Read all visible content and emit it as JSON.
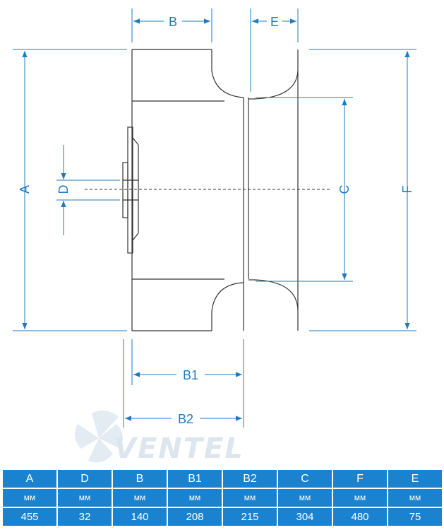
{
  "dimensions": {
    "A": "A",
    "B": "B",
    "B1": "B1",
    "B2": "B2",
    "C": "C",
    "D": "D",
    "E": "E",
    "F": "F"
  },
  "watermark": "VENTEL",
  "colors": {
    "dimension": "#1f7bc0",
    "outline": "#333333",
    "table": "#1a82cf"
  },
  "table": {
    "headers": [
      "A",
      "D",
      "B",
      "B1",
      "B2",
      "C",
      "F",
      "E"
    ],
    "units": [
      "мм",
      "мм",
      "мм",
      "мм",
      "мм",
      "мм",
      "мм",
      "мм"
    ],
    "values": [
      "455",
      "32",
      "140",
      "208",
      "215",
      "304",
      "480",
      "75"
    ]
  }
}
